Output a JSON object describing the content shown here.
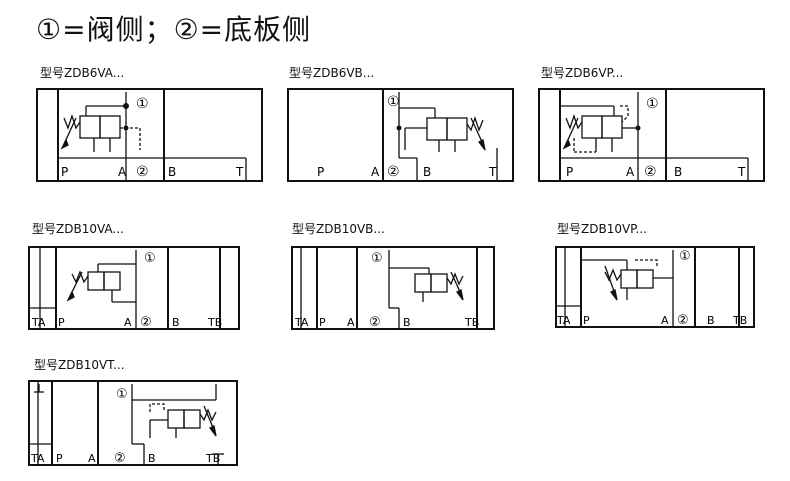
{
  "header": {
    "title": "①=阀侧；②=底板侧"
  },
  "diagrams": [
    {
      "label": "型号ZDB6VA...",
      "valve_mark": "①",
      "base_mark": "②",
      "port_p": "P",
      "port_a": "A",
      "port_b": "B",
      "port_t": "T"
    },
    {
      "label": "型号ZDB6VB...",
      "valve_mark": "①",
      "base_mark": "②",
      "port_p": "P",
      "port_a": "A",
      "port_b": "B",
      "port_t": "T"
    },
    {
      "label": "型号ZDB6VP...",
      "valve_mark": "①",
      "base_mark": "②",
      "port_p": "P",
      "port_a": "A",
      "port_b": "B",
      "port_t": "T"
    },
    {
      "label": "型号ZDB10VA...",
      "valve_mark": "①",
      "base_mark": "②",
      "port_ta": "TA",
      "port_p": "P",
      "port_a": "A",
      "port_b": "B",
      "port_tb": "TB"
    },
    {
      "label": "型号ZDB10VB...",
      "valve_mark": "①",
      "base_mark": "②",
      "port_ta": "TA",
      "port_p": "P",
      "port_a": "A",
      "port_b": "B",
      "port_tb": "TB"
    },
    {
      "label": "型号ZDB10VP...",
      "valve_mark": "①",
      "base_mark": "②",
      "port_ta": "TA",
      "port_p": "P",
      "port_a": "A",
      "port_b": "B",
      "port_tb": "TB"
    },
    {
      "label": "型号ZDB10VT...",
      "valve_mark": "①",
      "base_mark": "②",
      "port_ta": "TA",
      "port_p": "P",
      "port_a": "A",
      "port_b": "B",
      "port_tb": "TB"
    }
  ]
}
